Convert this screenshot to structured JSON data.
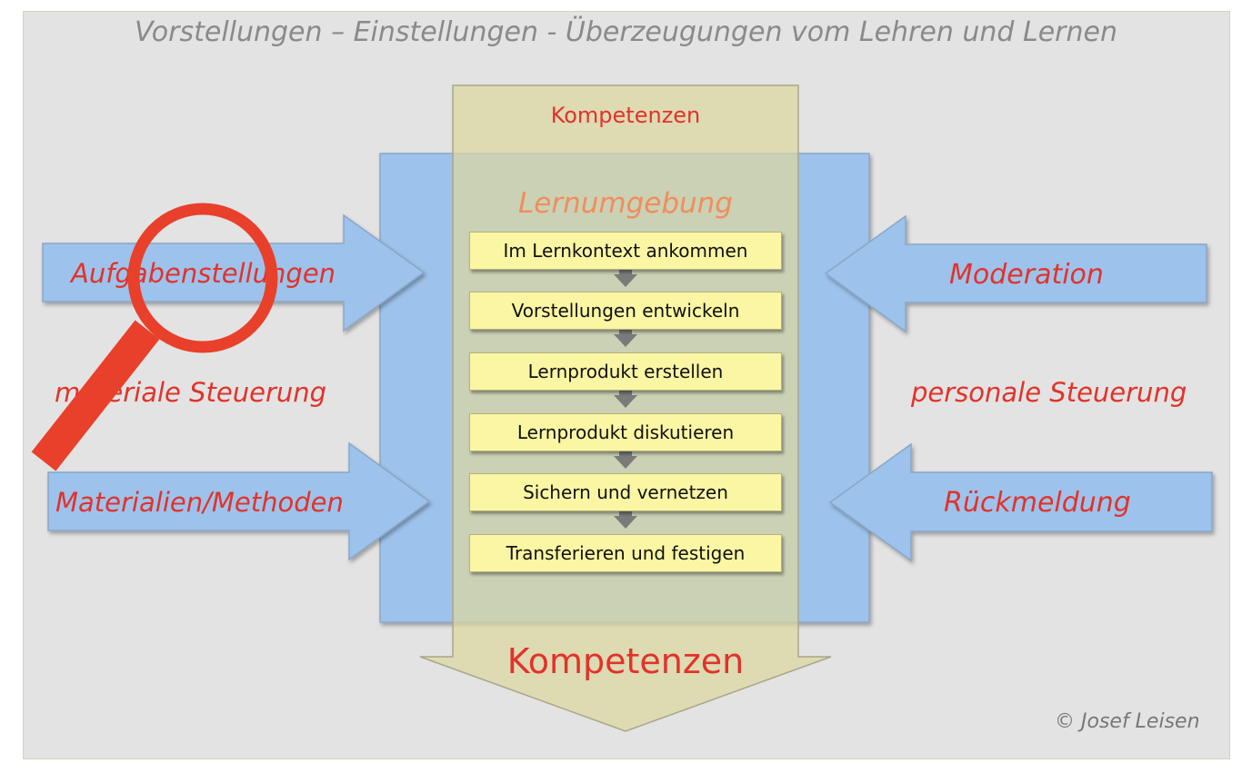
{
  "title": "Vorstellungen – Einstellungen - Überzeugungen vom Lehren und Lernen",
  "kompetenzen_top": "Kompetenzen",
  "kompetenzen_bottom": "Kompetenzen",
  "lernumgebung": "Lernumgebung",
  "steps": [
    "Im Lernkontext ankommen",
    "Vorstellungen entwickeln",
    "Lernprodukt erstellen",
    "Lernprodukt diskutieren",
    "Sichern und vernetzen",
    "Transferieren und festigen"
  ],
  "left": {
    "arrow_top": "Aufgabenstellungen",
    "middle": "materiale Steuerung",
    "arrow_bottom": "Materialien/Methoden"
  },
  "right": {
    "arrow_top": "Moderation",
    "middle": "personale Steuerung",
    "arrow_bottom": "Rückmeldung"
  },
  "copyright": "© Josef Leisen",
  "colors": {
    "background": "#e3e3e3",
    "blue": "#9dc3ec",
    "khaki": "#e0ddb3",
    "step_fill": "#fbf6a3",
    "accent_red": "#e1332b",
    "magnifier": "#e8402a",
    "lernumgebung": "#ef8e5c",
    "title": "#8a8a8a"
  },
  "icons": [
    "magnifier-icon"
  ]
}
